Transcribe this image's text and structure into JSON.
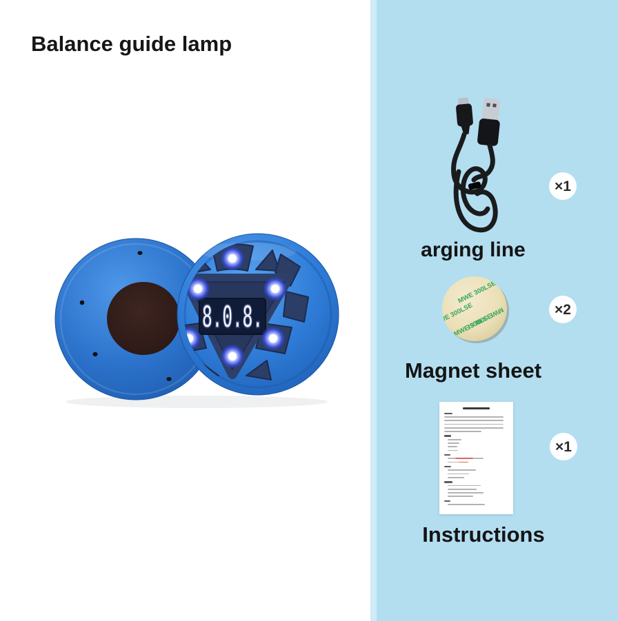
{
  "page": {
    "title": "Balance guide lamp",
    "panel_color": "#b3def0",
    "background": "#ffffff"
  },
  "product": {
    "name": "balance-guide-lamp",
    "display_value": "8.0.8."
  },
  "accessories": [
    {
      "id": "charging-cable",
      "label": "arging line",
      "qty": "×1"
    },
    {
      "id": "magnet-sheet",
      "label": "Magnet sheet",
      "qty": "×2",
      "print_text": "MWE 300LSE"
    },
    {
      "id": "instructions",
      "label": "Instructions",
      "qty": "×1"
    }
  ],
  "colors": {
    "device_blue": "#2e7bd6",
    "panel_blue": "#b3def0",
    "led_blue": "#3a4ed2",
    "magnet_green": "#3aa65b",
    "magnet_tan": "#eadfb6"
  }
}
